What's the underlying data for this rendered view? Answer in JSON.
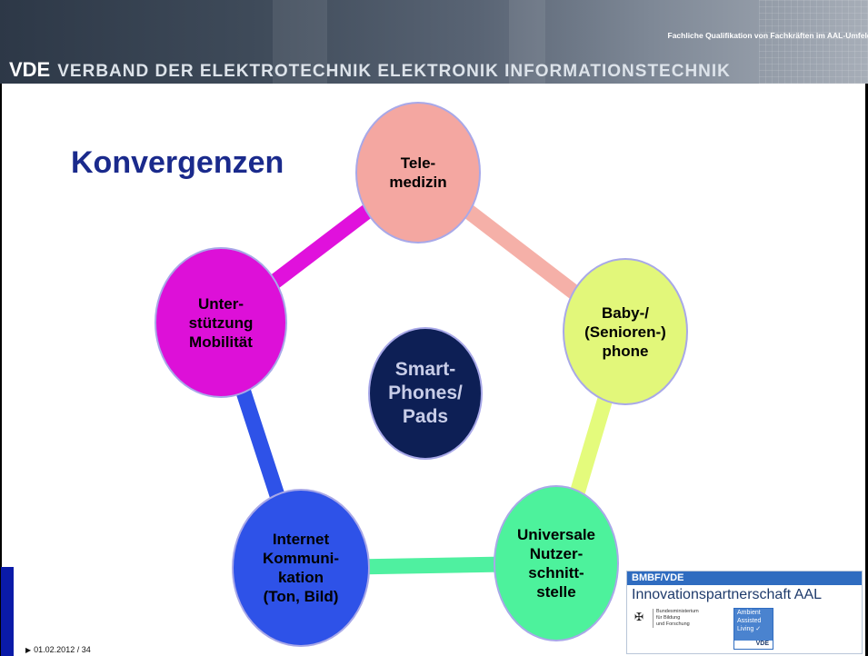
{
  "header": {
    "org_abbrev": "VDE",
    "org_name": "VERBAND DER ELEKTROTECHNIK ELEKTRONIK INFORMATIONSTECHNIK",
    "course_title": "Fachliche Qualifikation von Fachkräften im AAL-Umfeld"
  },
  "slide": {
    "title": "Konvergenzen",
    "page_number": "01.02.2012 / 34"
  },
  "diagram": {
    "center": {
      "label": "Smart-\nPhones/\nPads",
      "color": "#0d1f55"
    },
    "nodes": [
      {
        "id": "telemedizin",
        "label": "Tele-\nmedizin",
        "color": "#f4a7a1"
      },
      {
        "id": "babyphone",
        "label": "Baby-/\n(Senioren-)\nphone",
        "color": "#e2f77a"
      },
      {
        "id": "nutzerschnittstelle",
        "label": "Universale\nNutzer-\nschnitt-\nstelle",
        "color": "#4df29c"
      },
      {
        "id": "kommunikation",
        "label": "Internet\nKommuni-\nkation\n(Ton, Bild)",
        "color": "#2e52e8"
      },
      {
        "id": "mobilitaet",
        "label": "Unter-\nstützung\nMobilität",
        "color": "#dd10d8"
      }
    ],
    "ring_segments": [
      {
        "from": "telemedizin",
        "to": "babyphone",
        "color": "#f5b0a8"
      },
      {
        "from": "babyphone",
        "to": "nutzerschnittstelle",
        "color": "#e4fb7c"
      },
      {
        "from": "nutzerschnittstelle",
        "to": "kommunikation",
        "color": "#4ff0a0"
      },
      {
        "from": "kommunikation",
        "to": "mobilitaet",
        "color": "#2e52e8"
      },
      {
        "from": "mobilitaet",
        "to": "telemedizin",
        "color": "#e011dc"
      }
    ]
  },
  "logo": {
    "header": "BMBF/VDE",
    "name": "Innovationspartnerschaft AAL",
    "ministry": "Bundesministerium\nfür Bildung\nund Forschung",
    "badge_lines": [
      "Ambient",
      "Assisted",
      "Living ✓"
    ],
    "badge_org": "VDE"
  }
}
